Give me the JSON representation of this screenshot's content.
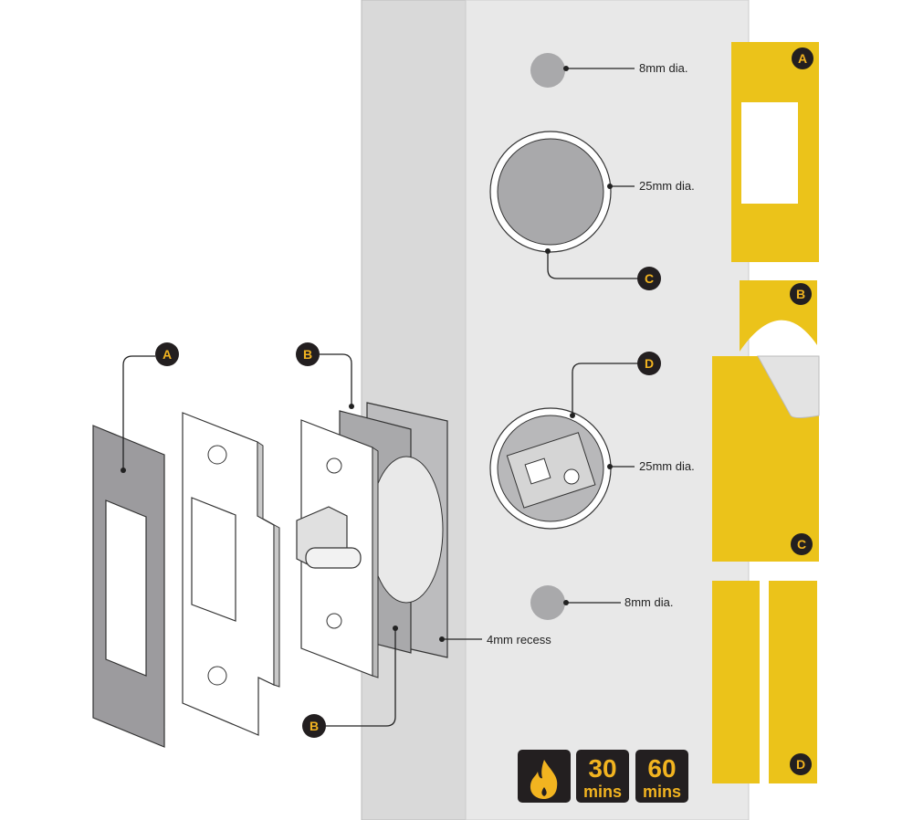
{
  "colors": {
    "accent": "#f2b420",
    "tape": "#ebc31a",
    "badge_bg": "#231f20",
    "door_face": "#d9d9d9",
    "door_edge": "#e8e8e8",
    "plate_gray": "#9c9b9e"
  },
  "callouts": {
    "a": "A",
    "b": "B",
    "c": "C",
    "d": "D"
  },
  "dimensions": {
    "top_hole": "8mm dia.",
    "upper_bore": "25mm dia.",
    "latch_bore": "25mm dia.",
    "bottom_hole": "8mm dia.",
    "recess": "4mm recess"
  },
  "fire_ratings": [
    {
      "icon": "fire-icon"
    },
    {
      "number": "30",
      "unit": "mins"
    },
    {
      "number": "60",
      "unit": "mins"
    }
  ],
  "tape_strips": [
    "A",
    "B",
    "C",
    "D"
  ]
}
